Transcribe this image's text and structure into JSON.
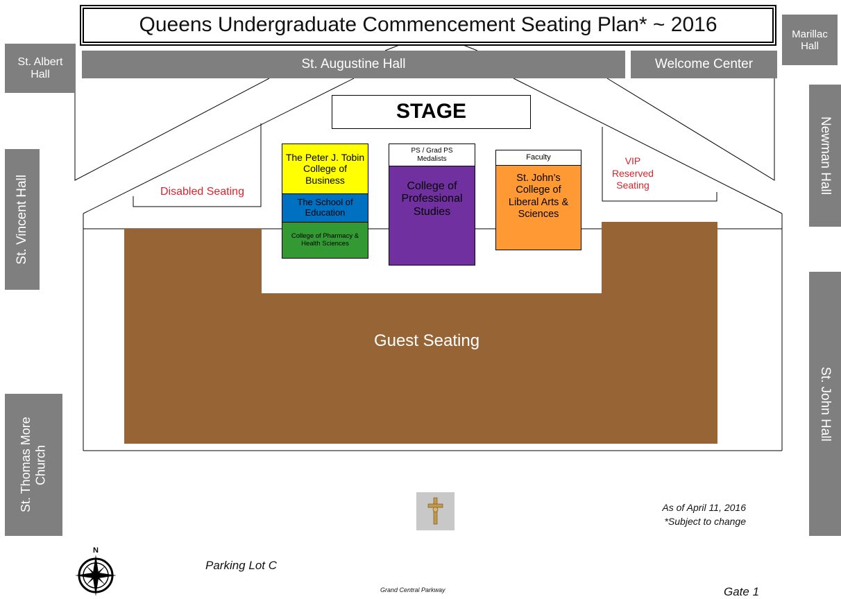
{
  "title": "Queens Undergraduate Commencement Seating Plan* ~ 2016",
  "buildings": {
    "marillac": "Marillac Hall",
    "st_albert": "St. Albert Hall",
    "st_augustine": "St. Augustine Hall",
    "welcome_center": "Welcome Center",
    "newman": "Newman Hall",
    "st_vincent": "St. Vincent Hall",
    "st_john_hall": "St. John Hall",
    "st_thomas_more": "St. Thomas More Church"
  },
  "stage": "STAGE",
  "sections": {
    "tobin": "The Peter J. Tobin College of Business",
    "education": "The School of Education",
    "pharmacy": "College of Pharmacy & Health Sciences",
    "ps_medalists": "PS / Grad PS Medalists",
    "professional_studies": "College of Professional Studies",
    "faculty": "Faculty",
    "st_johns_college": "St. John’s College of Liberal Arts & Sciences",
    "disabled": "Disabled Seating",
    "vip": "VIP Reserved Seating",
    "guest": "Guest Seating"
  },
  "notes": {
    "as_of": "As of April 11, 2016",
    "subject": "*Subject to change"
  },
  "labels": {
    "parking": "Parking Lot C",
    "parkway": "Grand Central Parkway",
    "gate": "Gate 1",
    "north": "N"
  },
  "colors": {
    "building_gray": "#7f7f7f",
    "guest_brown": "#976535",
    "tobin_yellow": "#ffff00",
    "education_blue": "#0070c0",
    "pharmacy_green": "#339933",
    "professional_purple": "#7030a0",
    "st_johns_orange": "#ff9933",
    "label_red": "#e0202a"
  }
}
